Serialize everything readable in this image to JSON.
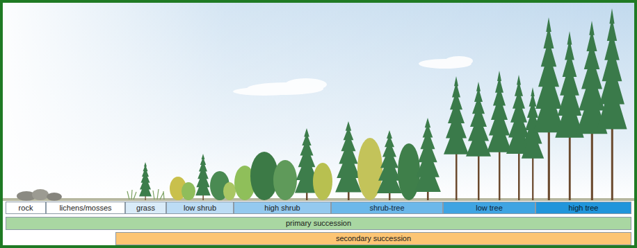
{
  "diagram": {
    "nodes": [
      {
        "text": [
          "rock"
        ]
      },
      {
        "text": [
          "lichens/mosses"
        ]
      },
      {
        "text": [
          "grass"
        ]
      },
      {
        "text": [
          "low shrub"
        ]
      },
      {
        "text": [
          "high shrub"
        ]
      },
      {
        "text": [
          "shrub-tree"
        ]
      },
      {
        "text": [
          "low tree"
        ]
      },
      {
        "text": [
          "high tree"
        ]
      },
      {
        "text": [
          "primary succession"
        ]
      },
      {
        "text": [
          "secondary succession"
        ]
      }
    ]
  }
}
